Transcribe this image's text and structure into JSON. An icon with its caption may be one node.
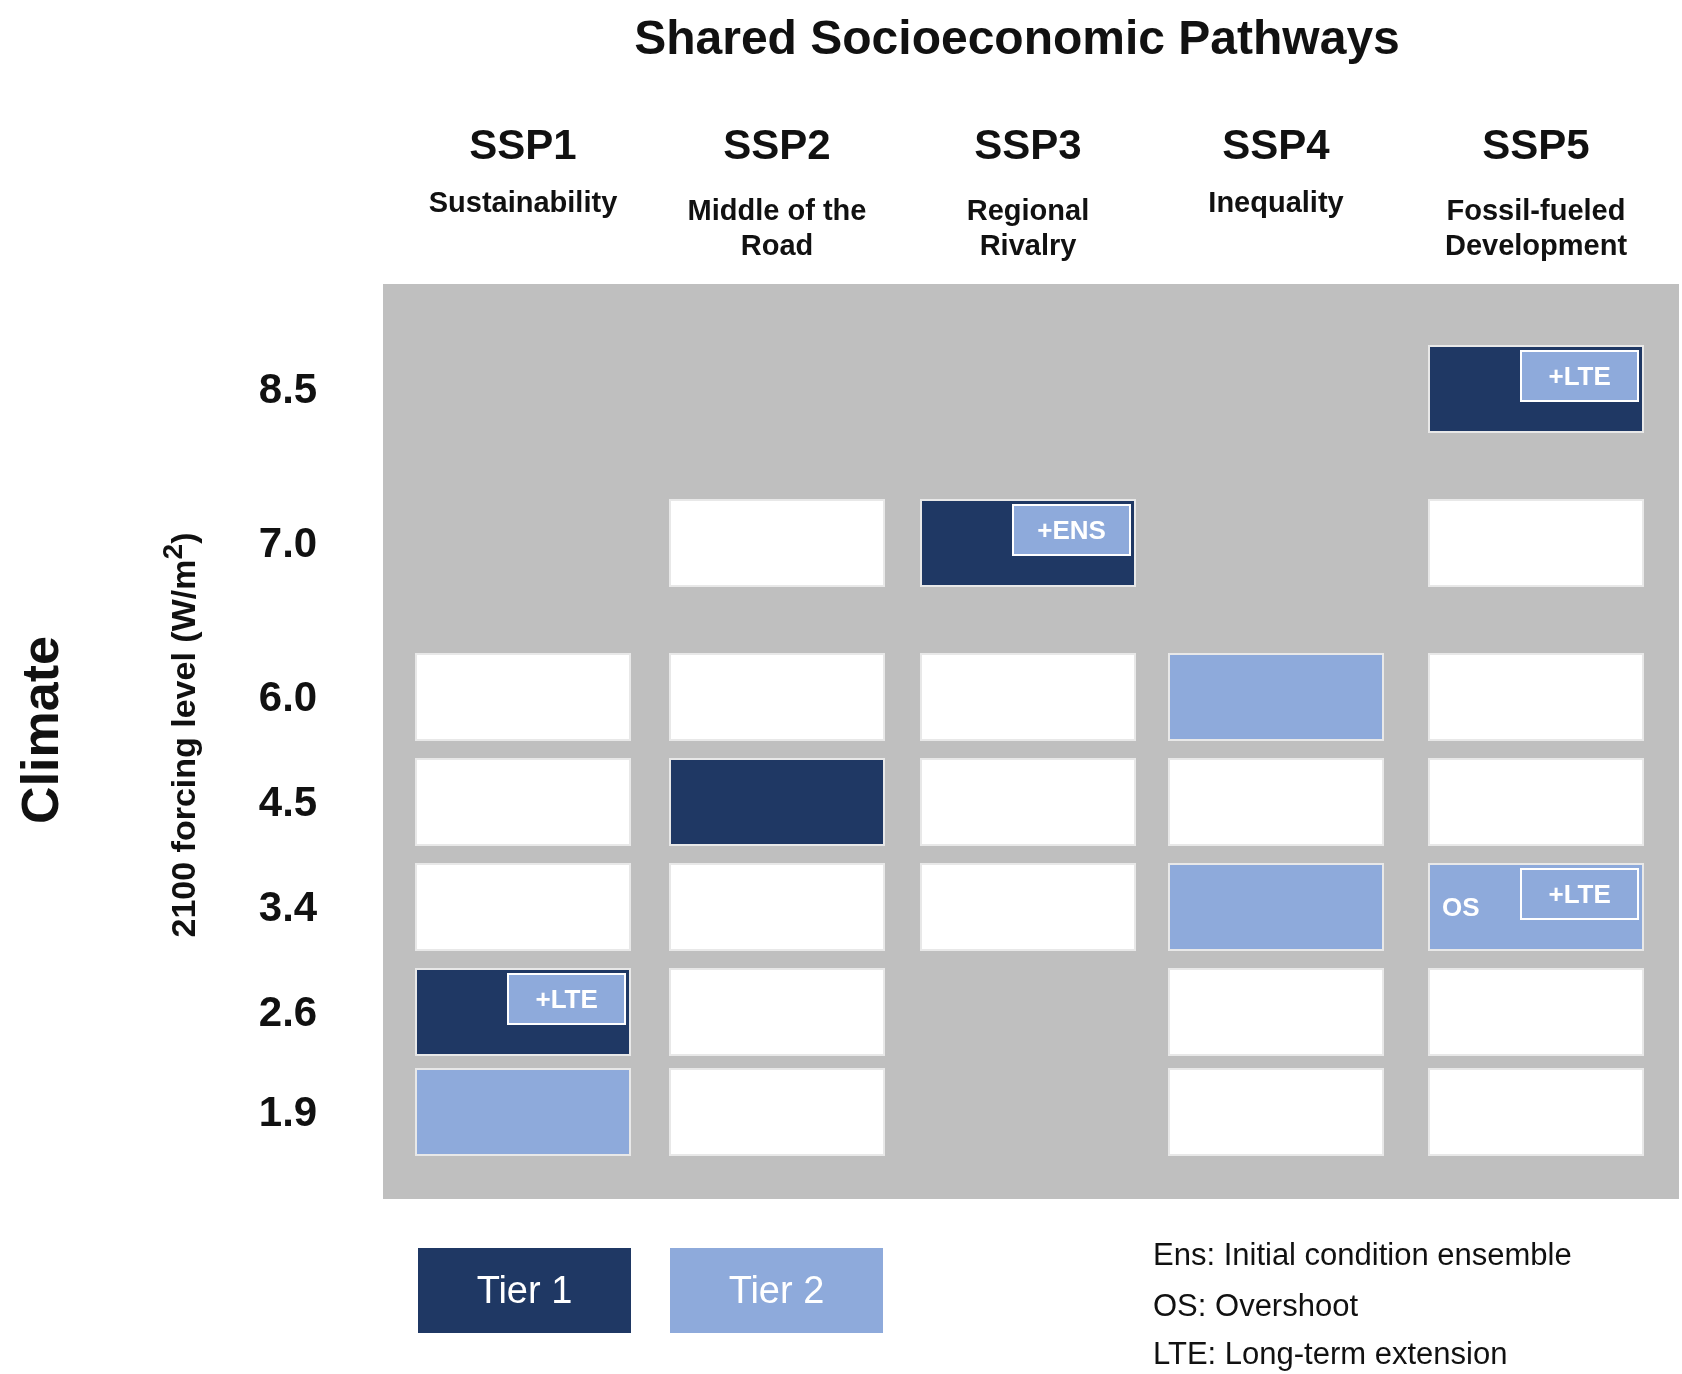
{
  "diagram": {
    "title": "Shared Socioeconomic Pathways",
    "nodes": [
      {
        "text": [],
        "shape": "box"
      },
      {
        "text": [],
        "shape": "box",
        "in": 0
      },
      {
        "text": [
          "+LTE"
        ],
        "in": 1
      },
      {
        "text": [],
        "shape": "box",
        "in": 0
      },
      {
        "text": [],
        "shape": "box",
        "in": 0
      },
      {
        "text": [
          "+ENS"
        ],
        "in": 4
      },
      {
        "text": [],
        "shape": "box",
        "in": 0
      },
      {
        "text": [],
        "shape": "box",
        "in": 0
      },
      {
        "text": [],
        "shape": "box",
        "in": 0
      },
      {
        "text": [],
        "shape": "box",
        "in": 0
      },
      {
        "text": [],
        "shape": "box",
        "in": 0
      },
      {
        "text": [],
        "shape": "box",
        "in": 0
      },
      {
        "text": [],
        "shape": "box",
        "in": 0
      },
      {
        "text": [],
        "shape": "box",
        "in": 0
      },
      {
        "text": [],
        "shape": "box",
        "in": 0
      },
      {
        "text": [],
        "shape": "box",
        "in": 0
      },
      {
        "text": [],
        "shape": "box",
        "in": 0
      },
      {
        "text": [],
        "shape": "box",
        "in": 0
      },
      {
        "text": [],
        "shape": "box",
        "in": 0
      },
      {
        "text": [],
        "shape": "box",
        "in": 0
      },
      {
        "text": [],
        "shape": "box",
        "in": 0
      },
      {
        "text": [
          "OS"
        ],
        "in": 0
      },
      {
        "text": [
          "+LTE"
        ],
        "in": 21
      },
      {
        "text": [],
        "shape": "box",
        "in": 0
      },
      {
        "text": [
          "+LTE"
        ],
        "in": 23
      },
      {
        "text": [],
        "shape": "box",
        "in": 0
      },
      {
        "text": [],
        "shape": "box",
        "in": 0
      },
      {
        "text": [],
        "shape": "box",
        "in": 0
      },
      {
        "text": [],
        "shape": "box",
        "in": 0
      },
      {
        "text": [],
        "shape": "box",
        "in": 0
      },
      {
        "text": [],
        "shape": "box",
        "in": 0
      },
      {
        "text": [],
        "shape": "box",
        "in": 0
      }
    ],
    "labels": [
      "SSP1",
      "Sustainability",
      "SSP2",
      "Middle of the Road",
      "SSP3",
      "Regional Rivalry",
      "SSP4",
      "Inequality",
      "SSP5",
      "Fossil-fueled Development",
      "Climate",
      "2100 forcing level (W/m$^{2}$)",
      "8.5",
      "7.0",
      "6.0",
      "4.5",
      "3.4",
      "2.6",
      "1.9",
      "Ens: Initial condition ensemble",
      "OS: Overshoot",
      "LTE: Long-term extension"
    ],
    "legend": [
      {
        "text": "Tier 1",
        "color": "#1f3864"
      },
      {
        "text": "Tier 2",
        "color": "#8eaadb"
      }
    ]
  }
}
